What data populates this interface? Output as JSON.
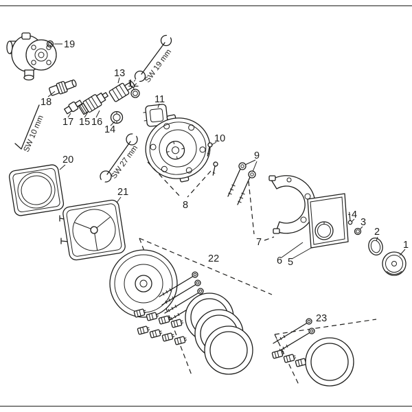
{
  "colors": {
    "line": "#1d1d1b",
    "background": "#ffffff"
  },
  "labels": {
    "1": "1",
    "2": "2",
    "3": "3",
    "4": "4",
    "5": "5",
    "6": "6",
    "7": "7",
    "8": "8",
    "9": "9",
    "10": "10",
    "11": "11",
    "12": "12",
    "13": "13",
    "14": "14",
    "15": "15",
    "16": "16",
    "17": "17",
    "18": "18",
    "19": "19",
    "20": "20",
    "21": "21",
    "22": "22",
    "23": "23"
  },
  "tools": {
    "sw10": "SW 10 mm",
    "sw19": "SW 19 mm",
    "sw27": "SW 27 mm"
  }
}
